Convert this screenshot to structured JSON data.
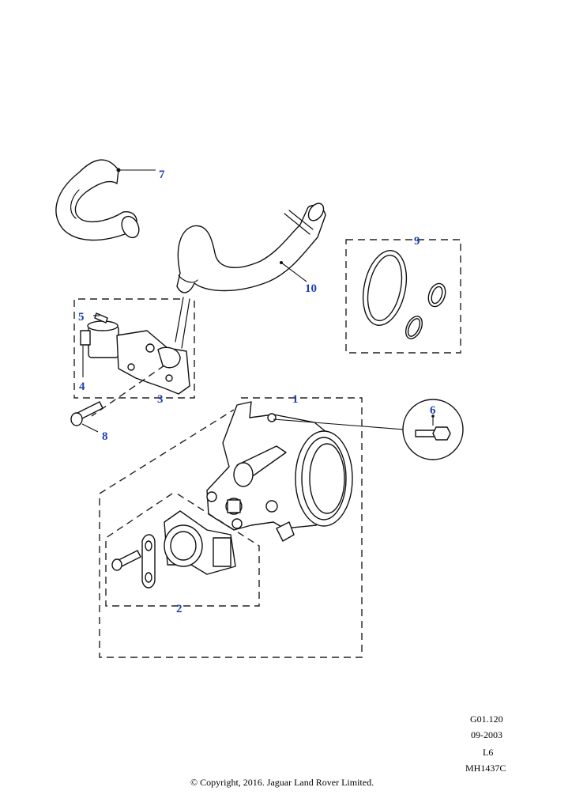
{
  "callouts": {
    "c1": "1",
    "c2": "2",
    "c3": "3",
    "c4": "4",
    "c5": "5",
    "c6": "6",
    "c7": "7",
    "c8": "8",
    "c9": "9",
    "c10": "10"
  },
  "footer": {
    "ref_code": "G01.120",
    "date": "09-2003",
    "engine": "L6",
    "illustration_id": "MH1437C",
    "copyright": "© Copyright, 2016. Jaguar Land Rover Limited."
  },
  "colors": {
    "callout": "#1f3fb5",
    "line": "#111111"
  }
}
